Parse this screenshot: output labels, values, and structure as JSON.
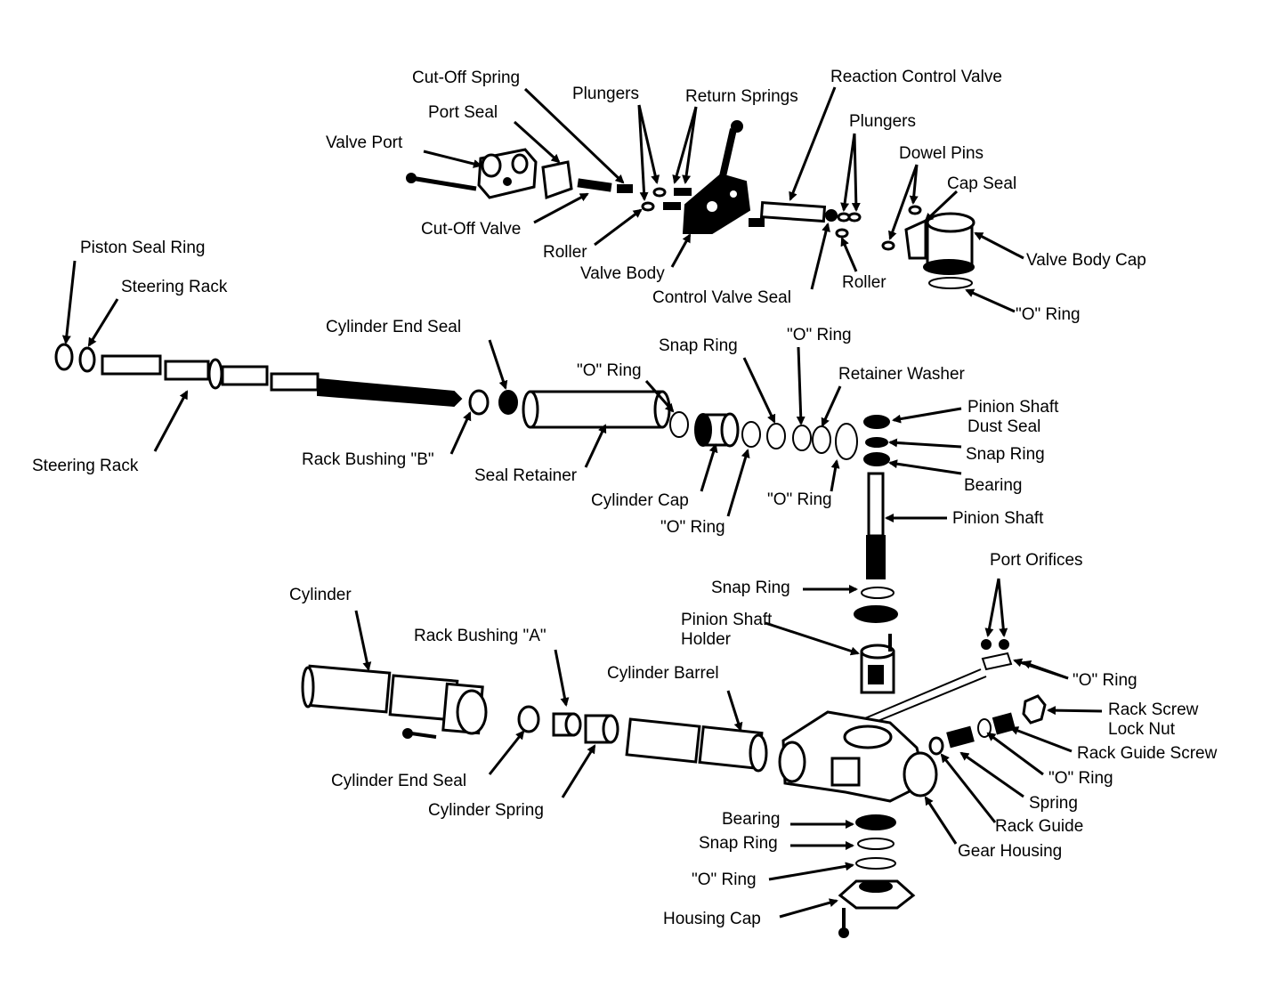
{
  "labels": {
    "cutoff_spring": "Cut-Off Spring",
    "port_seal": "Port Seal",
    "valve_port": "Valve Port",
    "plungers_top": "Plungers",
    "return_springs": "Return Springs",
    "reaction_control_valve": "Reaction Control Valve",
    "plungers_right": "Plungers",
    "dowel_pins": "Dowel Pins",
    "cap_seal": "Cap Seal",
    "cutoff_valve": "Cut-Off Valve",
    "roller_left": "Roller",
    "valve_body": "Valve Body",
    "control_valve_seal": "Control Valve Seal",
    "roller_right": "Roller",
    "valve_body_cap": "Valve Body Cap",
    "o_ring_valve_cap": "\"O\" Ring",
    "piston_seal_ring": "Piston Seal Ring",
    "steering_rack_top": "Steering Rack",
    "cylinder_end_seal_top": "Cylinder End Seal",
    "snap_ring_mid": "Snap Ring",
    "o_ring_top_mid": "\"O\" Ring",
    "o_ring_left_mid": "\"O\" Ring",
    "retainer_washer": "Retainer Washer",
    "pinion_dust_seal_1": "Pinion Shaft",
    "pinion_dust_seal_2": "Dust Seal",
    "snap_ring_pinion": "Snap Ring",
    "bearing_top": "Bearing",
    "pinion_shaft": "Pinion Shaft",
    "steering_rack_bottom": "Steering Rack",
    "rack_bushing_b": "Rack Bushing \"B\"",
    "seal_retainer": "Seal Retainer",
    "cylinder_cap": "Cylinder Cap",
    "o_ring_lower_mid": "\"O\" Ring",
    "o_ring_cylcap": "\"O\" Ring",
    "cylinder": "Cylinder",
    "rack_bushing_a": "Rack Bushing \"A\"",
    "cylinder_barrel": "Cylinder Barrel",
    "snap_ring_holder": "Snap Ring",
    "pinion_holder_1": "Pinion Shaft",
    "pinion_holder_2": "Holder",
    "port_orifices": "Port Orifices",
    "o_ring_orifice": "\"O\" Ring",
    "rack_screw_lock_nut_1": "Rack Screw",
    "rack_screw_lock_nut_2": "Lock Nut",
    "rack_guide_screw": "Rack Guide Screw",
    "o_ring_guide": "\"O\" Ring",
    "spring": "Spring",
    "rack_guide": "Rack Guide",
    "gear_housing": "Gear Housing",
    "cylinder_end_seal_bottom": "Cylinder End Seal",
    "cylinder_spring": "Cylinder Spring",
    "bearing_bottom": "Bearing",
    "snap_ring_bottom": "Snap Ring",
    "o_ring_bottom": "\"O\" Ring",
    "housing_cap": "Housing Cap"
  }
}
